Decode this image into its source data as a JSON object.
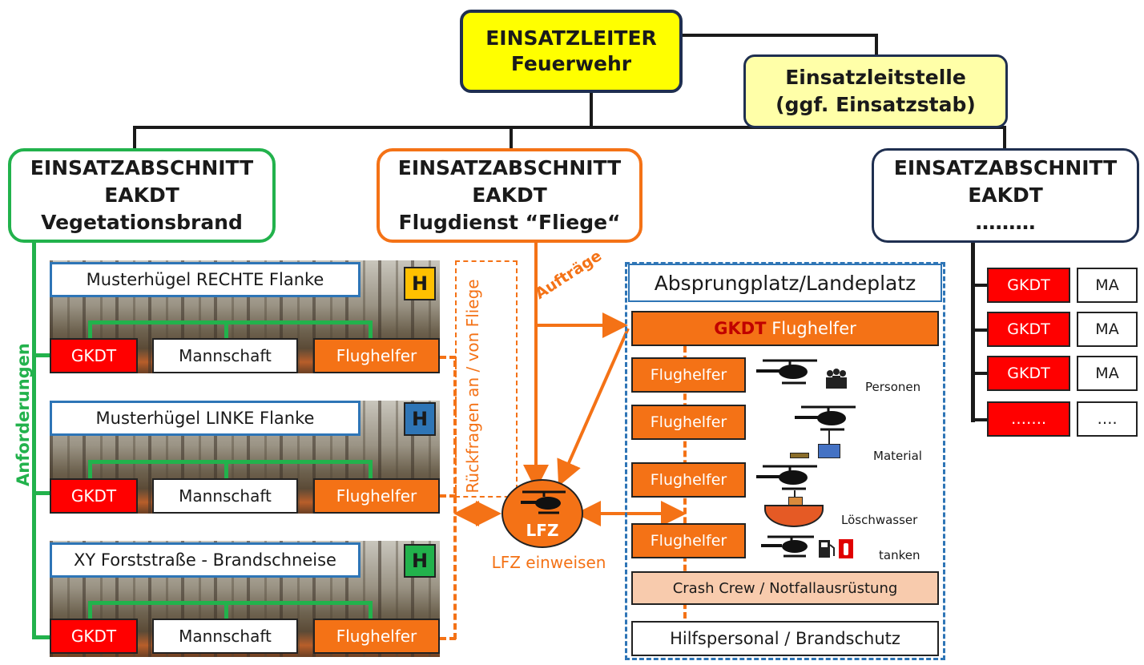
{
  "leader": {
    "line1": "EINSATZLEITER",
    "line2": "Feuerwehr"
  },
  "dispatch": {
    "line1": "Einsatzleitstelle",
    "line2": "(ggf. Einsatzstab)"
  },
  "sections": [
    {
      "line1": "EINSATZABSCHNITT",
      "line2": "EAKDT",
      "line3": "Vegetationsbrand"
    },
    {
      "line1": "EINSATZABSCHNITT",
      "line2": "EAKDT",
      "line3": "Flugdienst “Fliege“"
    },
    {
      "line1": "EINSATZABSCHNITT",
      "line2": "EAKDT",
      "line3": "………"
    }
  ],
  "side_label": "Anforderungen",
  "units": [
    {
      "title": "Musterhügel RECHTE Flanke",
      "badge": "H",
      "badge_color": "#ffc000",
      "gkdt": "GKDT",
      "crew": "Mannschaft",
      "helper": "Flughelfer"
    },
    {
      "title": "Musterhügel LINKE Flanke",
      "badge": "H",
      "badge_color": "#2e75b6",
      "gkdt": "GKDT",
      "crew": "Mannschaft",
      "helper": "Flughelfer"
    },
    {
      "title": "XY Forststraße - Brandschneise",
      "badge": "H",
      "badge_color": "#22b24c",
      "gkdt": "GKDT",
      "crew": "Mannschaft",
      "helper": "Flughelfer"
    }
  ],
  "feedback_label": "Rückfragen an / von Fliege",
  "orders_label": "Aufträge",
  "lfz": {
    "badge": "LFZ",
    "caption": "LFZ einweisen"
  },
  "landing": {
    "title": "Absprungplatz/Landeplatz",
    "head_gkdt": "GKDT",
    "head_rest": " Flughelfer",
    "helpers": [
      "Flughelfer",
      "Flughelfer",
      "Flughelfer",
      "Flughelfer"
    ],
    "tasks": [
      "Personen",
      "Material",
      "Löschwasser",
      "tanken"
    ],
    "crash": "Crash Crew / Notfallausrüstung",
    "support": "Hilfspersonal / Brandschutz"
  },
  "right_units": [
    {
      "a": "GKDT",
      "b": "MA"
    },
    {
      "a": "GKDT",
      "b": "MA"
    },
    {
      "a": "GKDT",
      "b": "MA"
    },
    {
      "a": "…….",
      "b": "…."
    }
  ],
  "colors": {
    "green": "#22b24c",
    "orange": "#f47216",
    "red": "#ff0000",
    "navy": "#1f2f50",
    "blue": "#2e75b6"
  }
}
